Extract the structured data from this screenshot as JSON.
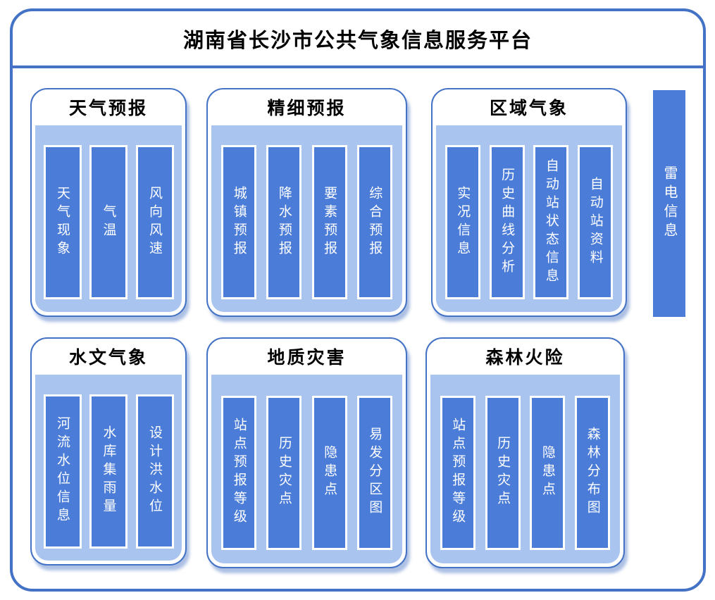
{
  "platform": {
    "title": "湖南省长沙市公共气象信息服务平台"
  },
  "colors": {
    "frame_border": "#4472C4",
    "panel_border": "#4472C4",
    "panel_body_fill": "#A9C5EF",
    "node_fill": "#4A7CD8",
    "node_text": "#FFFFFF",
    "panel_shadow": "#7FA3DE"
  },
  "panels": [
    {
      "title": "天气预报",
      "items": [
        "天气现象",
        "气温",
        "风向风速"
      ]
    },
    {
      "title": "精细预报",
      "items": [
        "城镇预报",
        "降水预报",
        "要素预报",
        "综合预报"
      ]
    },
    {
      "title": "区域气象",
      "items": [
        "实况信息",
        "历史曲线分析",
        "自动站状态信息",
        "自动站资料"
      ]
    },
    {
      "title": "水文气象",
      "items": [
        "河流水位信息",
        "水库集雨量",
        "设计洪水位"
      ]
    },
    {
      "title": "地质灾害",
      "items": [
        "站点预报等级",
        "历史灾点",
        "隐患点",
        "易发分区图"
      ]
    },
    {
      "title": "森林火险",
      "items": [
        "站点预报等级",
        "历史灾点",
        "隐患点",
        "森林分布图"
      ]
    }
  ],
  "sidebar": {
    "label": "雷电信息"
  }
}
